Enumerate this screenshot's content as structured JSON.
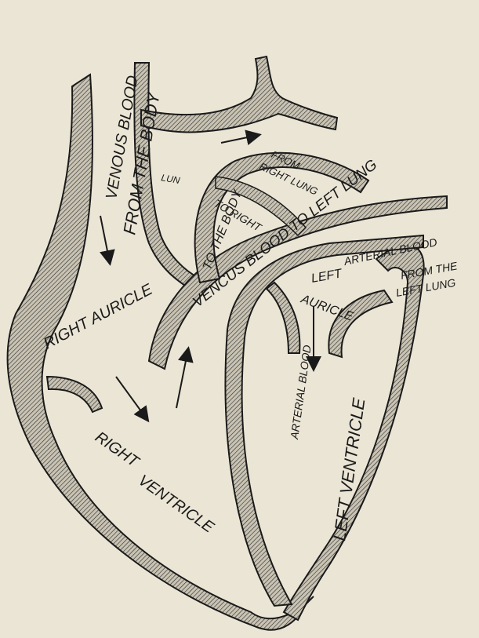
{
  "colors": {
    "paper": "#ebe5d5",
    "ink": "#1a1a1a",
    "wall_fill": "#bdb7a8"
  },
  "labels": {
    "venous_blood": "VENOUS BLOOD",
    "from_the_body": "FROM THE BODY",
    "right_auricle": "RIGHT AURICLE",
    "right_ventricle_a": "RIGHT",
    "right_ventricle_b": "VENTRICLE",
    "to_the_body": "TO THE BODY",
    "from_right_lung_a": "FROM",
    "from_right_lung_b": "RIGHT LUNG",
    "to_right": "TO RIGHT",
    "lung_fragment": "LUN",
    "venous_to_left_lung": "VENCUS BLOOD TO LEFT LUNG",
    "arterial_blood_top": "ARTERIAL BLOOD",
    "left_auricle_a": "LEFT",
    "left_auricle_b": "AURICLE",
    "from_the_left_lung_a": "FROM THE",
    "from_the_left_lung_b": "LEFT LUNG",
    "arterial_blood_mid": "ARTERIAL BLOOD",
    "left_ventricle": "LEFT VENTRICLE"
  },
  "arrows": [
    "arrow-descending-vena-cava",
    "arrow-auricle-to-ventricle",
    "arrow-ventricle-to-artery",
    "arrow-left-auricle-to-ventricle",
    "arrow-aorta"
  ]
}
